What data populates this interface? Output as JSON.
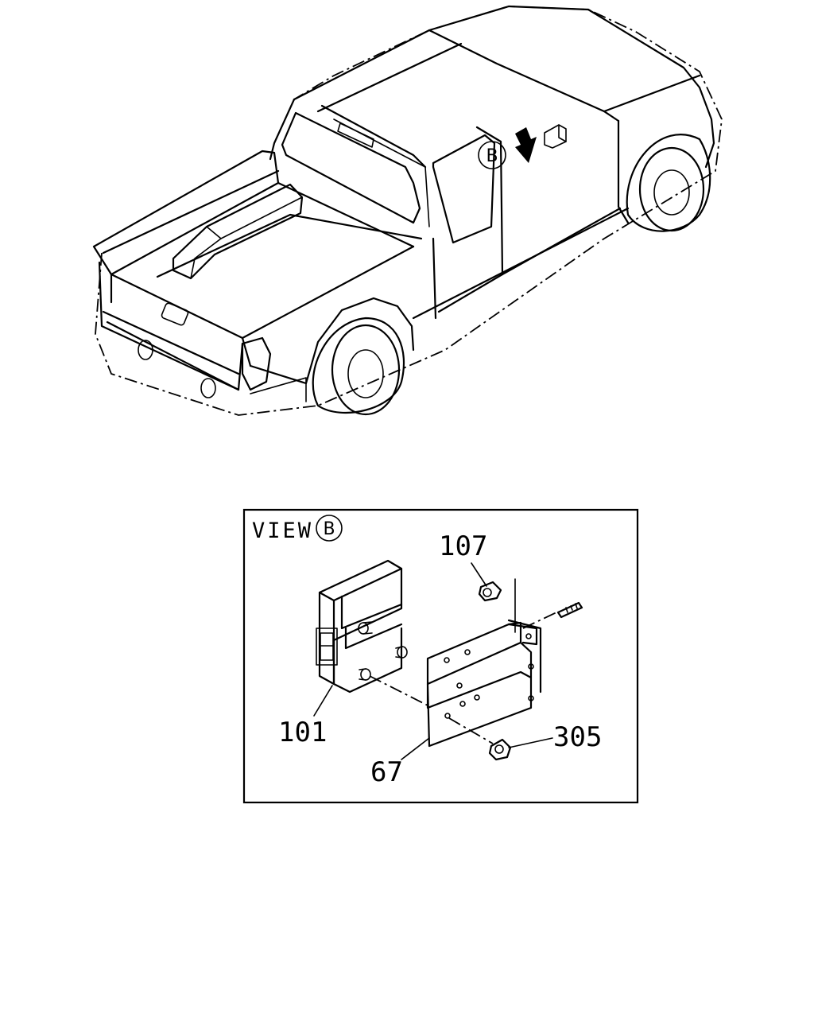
{
  "callouts": {
    "truck_marker": "B",
    "view_marker": "B"
  },
  "view_title": "VIEW",
  "parts": [
    {
      "id": "107",
      "label": "107"
    },
    {
      "id": "101",
      "label": "101"
    },
    {
      "id": "67",
      "label": "67"
    },
    {
      "id": "305",
      "label": "305"
    }
  ]
}
